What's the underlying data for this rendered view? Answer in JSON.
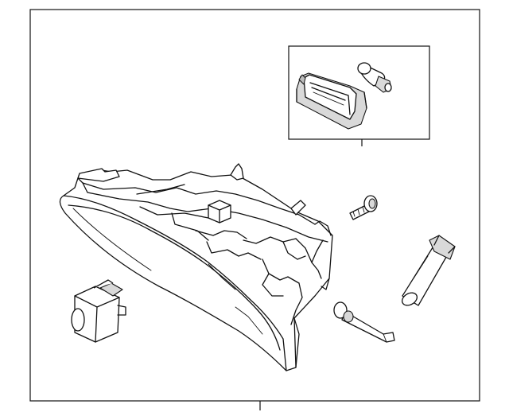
{
  "diagram": {
    "type": "exploded-parts-view",
    "components": [
      "glove-box-assembly",
      "lamp-housing",
      "bulb",
      "lock-cylinder",
      "bolt",
      "damper",
      "hinge-pin",
      "switch-bracket"
    ],
    "line_color": "#111111",
    "background_color": "#ffffff"
  }
}
